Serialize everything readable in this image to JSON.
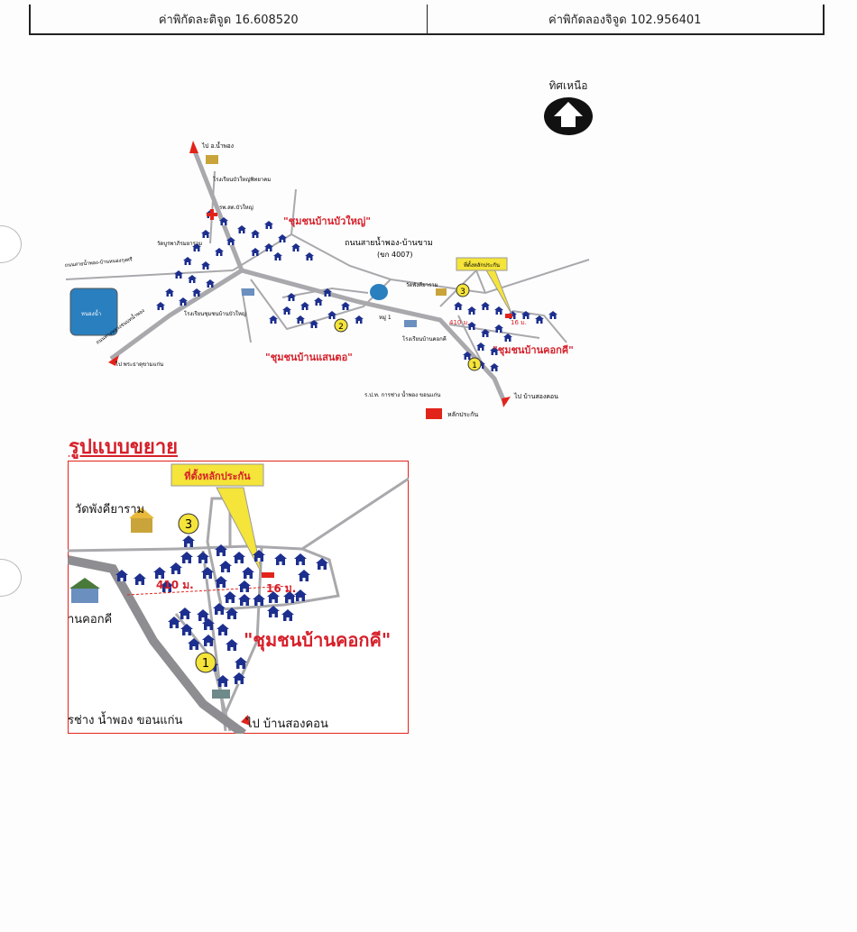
{
  "header": {
    "lat": "ค่าพิกัดละติจูด 16.608520",
    "lon": "ค่าพิกัดลองจิจูด 102.956401"
  },
  "north": {
    "label": "ทิศเหนือ"
  },
  "map": {
    "to_nam_phong": "ไป อ.น้ำพอง",
    "school_bua_yai_pittayakhom": "โรงเรียนบัวใหญ่พิทยาคม",
    "health_center": "รพ.สต.บัวใหญ่",
    "community_bua_yai": "\"ชุมชนบ้านบัวใหญ่\"",
    "wat_burapha": "วัดบูรพาภิรมยาราม",
    "road_name": "ถนนสายน้ำพอง-บ้านขาม",
    "road_code": "(ขก 4007)",
    "road_left": "ถนนสายน้ำพอง-บ้านหนองกุงศรี",
    "road_left2": "ถนนทางหลวงชนบทน้ำพอง",
    "pond": "หนองน้ำ",
    "to_phra_that": "ไป พระธาตุขามแก่น",
    "school_community": "โรงเรียนชุมชนบ้านบัวใหญ่",
    "community_saen_tor": "\"ชุมชนบ้านแสนตอ\"",
    "temple_pang": "วัดพังคียาราม",
    "warranty_site": "ที่ตั้งหลักประกัน",
    "school_kok_khi": "โรงเรียนบ้านคอกคี",
    "community_kok_khi": "\"ชุมชนบ้านคอกคี\"",
    "dist_410": "410 ม.",
    "dist_16": "16 ม.",
    "moo": "หมู่ 1",
    "post_office": "ร.ป.ท. การช่าง น้ำพอง ขอนแก่น",
    "to_song_khon": "ไป บ้านสองคอน",
    "legend_warranty": "หลักประกัน",
    "marker_1": "1",
    "marker_2": "2",
    "marker_3": "3"
  },
  "zoom": {
    "title": "รูปแบบขยาย",
    "warranty_site": "ที่ตั้งหลักประกัน",
    "temple": "วัดพังคียาราม",
    "school_frag": "านคอกคี",
    "dist_410": "410 ม.",
    "dist_16": "16 ม.",
    "community": "\"ชุมชนบ้านคอกคี\"",
    "post_frag": "รช่าง น้ำพอง ขอนแก่น",
    "to_song_khon": "ไป บ้านสองคอน",
    "marker_1": "1",
    "marker_3": "3"
  },
  "colors": {
    "road": "#a9a9ad",
    "house": "#1d2f8e",
    "label_red": "#d6202a",
    "marker": "#f5e43a",
    "pond": "#2a7fbf",
    "arrow": "#e2231a"
  }
}
